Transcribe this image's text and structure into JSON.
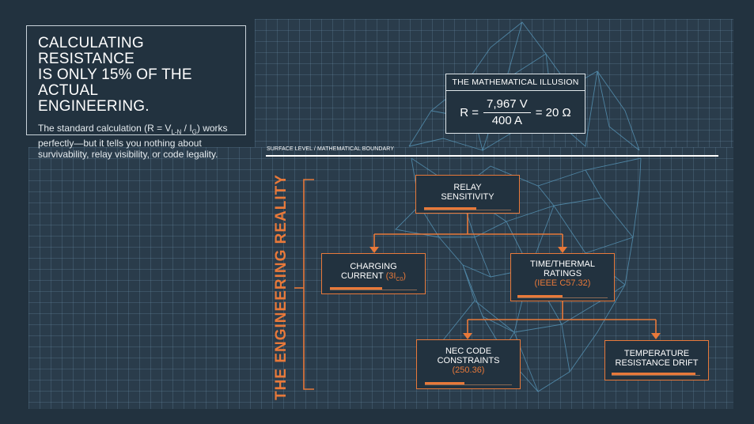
{
  "intro": {
    "title_line1": "CALCULATING RESISTANCE",
    "title_line2": "IS ONLY 15% OF THE ACTUAL",
    "title_line3": "ENGINEERING.",
    "body_prefix": "The standard calculation (R = V",
    "body_sub1": "L-N",
    "body_mid": " / I",
    "body_sub2": "G",
    "body_suffix": ") works perfectly—but it tells you nothing about survivability, relay visibility, or code legality."
  },
  "illusion": {
    "header": "THE MATHEMATICAL ILLUSION",
    "lhs": "R =",
    "numerator": "7,967 V",
    "denominator": "400 A",
    "rhs": "= 20 Ω"
  },
  "boundary_label": "SURFACE LEVEL / MATHEMATICAL BOUNDARY",
  "vertical_title": "THE ENGINEERING REALITY",
  "nodes": {
    "relay": {
      "line1": "RELAY",
      "line2": "SENSITIVITY",
      "progress": 0.6
    },
    "charging": {
      "line1": "CHARGING",
      "line2_prefix": "CURRENT ",
      "line2_orange": "(3I",
      "line2_sub": "C0",
      "line2_close": ")",
      "progress": 0.6
    },
    "thermal": {
      "line1": "TIME/THERMAL",
      "line2": "RATINGS",
      "line3": "(IEEE C57.32)",
      "progress": 0.5
    },
    "nec": {
      "line1": "NEC CODE",
      "line2": "CONSTRAINTS",
      "line3": "(250.36)",
      "progress": 0.45
    },
    "temperature": {
      "line1": "TEMPERATURE",
      "line2": "RESISTANCE DRIFT",
      "progress": 0.95
    }
  },
  "colors": {
    "background": "#22323f",
    "accent": "#e8793a",
    "mesh": "#5a9cc0"
  }
}
